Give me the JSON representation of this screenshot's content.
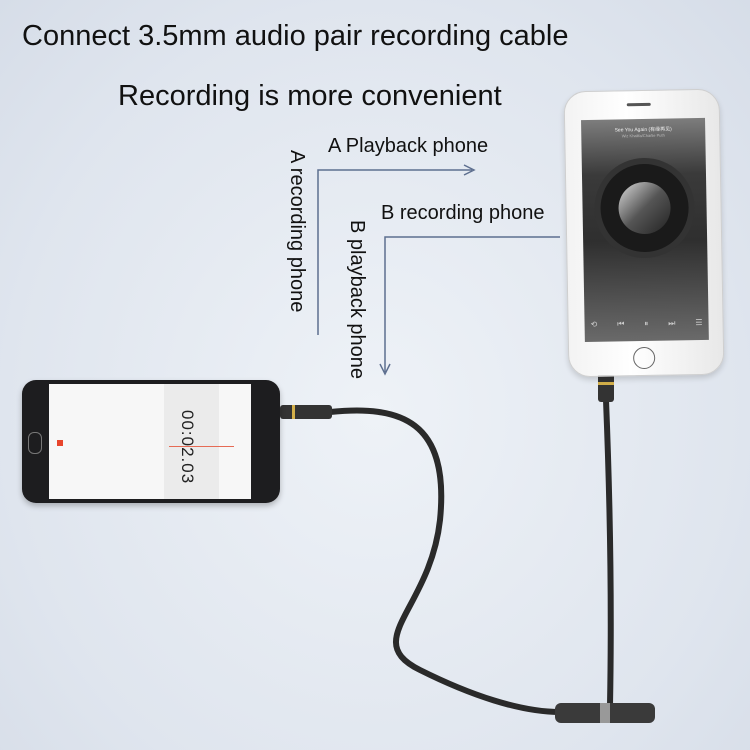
{
  "headline": "Connect 3.5mm audio pair recording cable",
  "subheadline": "Recording is more convenient",
  "labels": {
    "a_playback": "A Playback phone",
    "b_recording": "B recording phone",
    "a_recording": "A recording phone",
    "b_playback": "B playback phone"
  },
  "playback_screen": {
    "song_title": "See You Again (有缘再见)",
    "artist": "Wiz Khalifa/Charlie Puth"
  },
  "recorder_screen": {
    "timer": "00:02.03"
  },
  "colors": {
    "arrow": "#5d6f8f",
    "record": "#e8452c",
    "cable": "#2a2a2a"
  }
}
